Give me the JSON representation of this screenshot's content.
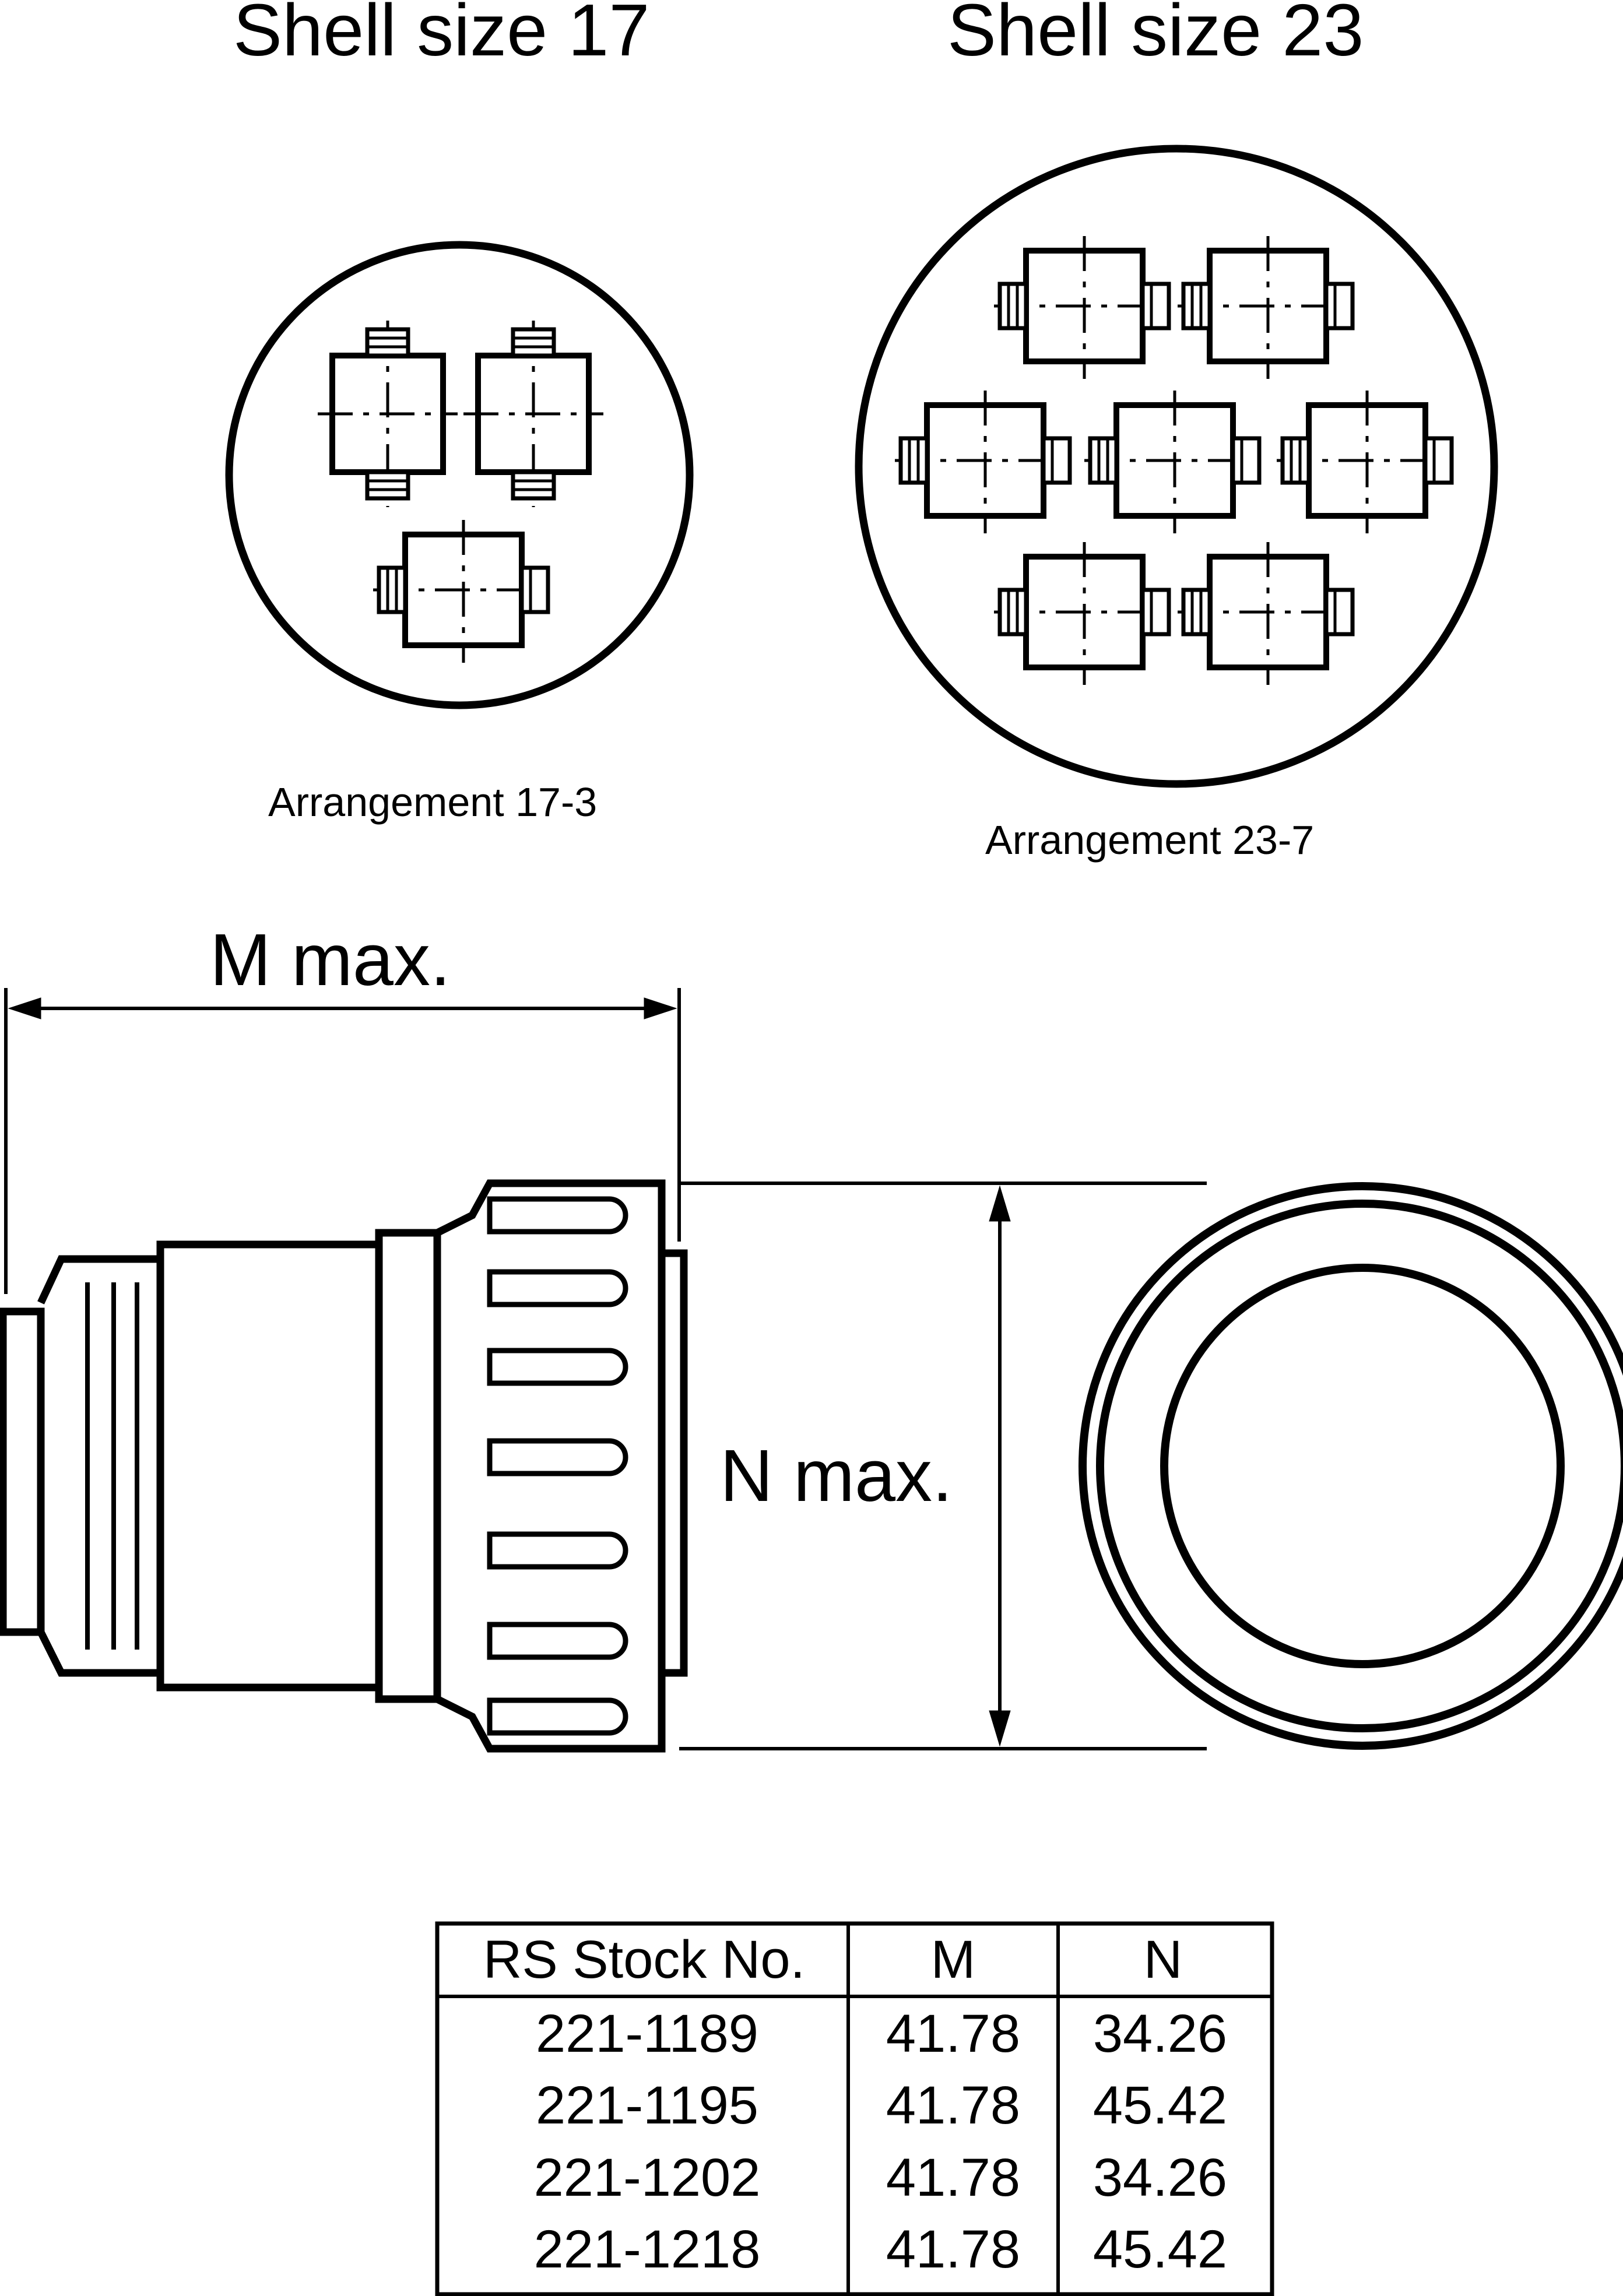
{
  "header": {
    "shell_17_title": "Shell size 17",
    "shell_23_title": "Shell size 23"
  },
  "arrangements": {
    "a17_label": "Arrangement 17-3",
    "a23_label": "Arrangement 23-7"
  },
  "dimensions": {
    "m_label": "M max.",
    "n_label": "N max."
  },
  "table": {
    "headers": [
      "RS Stock No.",
      "M",
      "N"
    ],
    "rows": [
      [
        "221-1189",
        "41.78",
        "34.26"
      ],
      [
        "221-1195",
        "41.78",
        "45.42"
      ],
      [
        "221-1202",
        "41.78",
        "34.26"
      ],
      [
        "221-1218",
        "41.78",
        "45.42"
      ]
    ]
  }
}
